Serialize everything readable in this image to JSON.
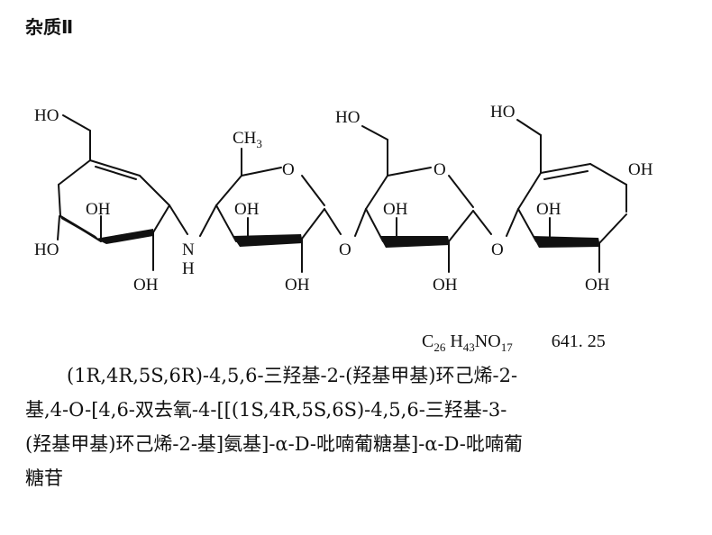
{
  "title": "杂质Ⅱ",
  "structure": {
    "labels": {
      "ho_a": "HO",
      "oh_a1": "OH",
      "ho_a2": "HO",
      "oh_a3": "OH",
      "nh_n": "N",
      "nh_h": "H",
      "ch3_c": "CH",
      "ch3_sub": "3",
      "ring_o_b": "O",
      "oh_b1": "OH",
      "oh_b2": "OH",
      "link_o1": "O",
      "ho_c": "HO",
      "ring_o_c": "O",
      "oh_c1": "OH",
      "oh_c2": "OH",
      "link_o2": "O",
      "ho_d": "HO",
      "oh_d1": "OH",
      "oh_d2": "OH",
      "oh_d3": "OH"
    }
  },
  "formula": {
    "c": "C",
    "c_n": "26",
    "h": "H",
    "h_n": "43",
    "rest": "NO",
    "o_n": "17",
    "mw": "641. 25"
  },
  "name_lines": [
    "(1R,4R,5S,6R)-4,5,6-三羟基-2-(羟基甲基)环己烯-2-",
    "基,4-O-[4,6-双去氧-4-[[(1S,4R,5S,6S)-4,5,6-三羟基-3-",
    "(羟基甲基)环己烯-2-基]氨基]-α-D-吡喃葡糖基]-α-D-吡喃葡",
    "糖苷"
  ]
}
